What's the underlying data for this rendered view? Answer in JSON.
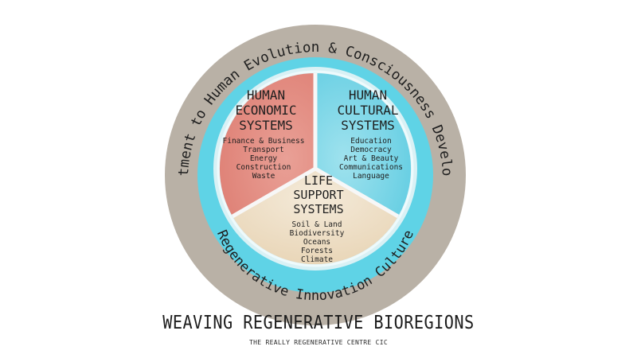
{
  "outer_ring": {
    "text": "Commitment to Human Evolution & Consciousness Development",
    "color": "#b9b1a6"
  },
  "inner_ring": {
    "text": "Regenerative Innovation Culture",
    "color": "#5fd3e6"
  },
  "segments": {
    "economic": {
      "title": [
        "HUMAN",
        "ECONOMIC",
        "SYSTEMS"
      ],
      "items": [
        "Finance & Business",
        "Transport",
        "Energy",
        "Construction",
        "Waste"
      ],
      "color": "#e48e84"
    },
    "cultural": {
      "title": [
        "HUMAN",
        "CULTURAL",
        "SYSTEMS"
      ],
      "items": [
        "Education",
        "Democracy",
        "Art & Beauty",
        "Communications",
        "Language"
      ],
      "color": "#7fd6e6"
    },
    "life": {
      "title": [
        "LIFE",
        "SUPPORT",
        "SYSTEMS"
      ],
      "items": [
        "Soil & Land",
        "Biodiversity",
        "Oceans",
        "Forests",
        "Climate"
      ],
      "color": "#efe0c8"
    }
  },
  "footer": {
    "title": "WEAVING REGENERATIVE BIOREGIONS",
    "subtitle": "THE REALLY REGENERATIVE CENTRE CIC"
  }
}
